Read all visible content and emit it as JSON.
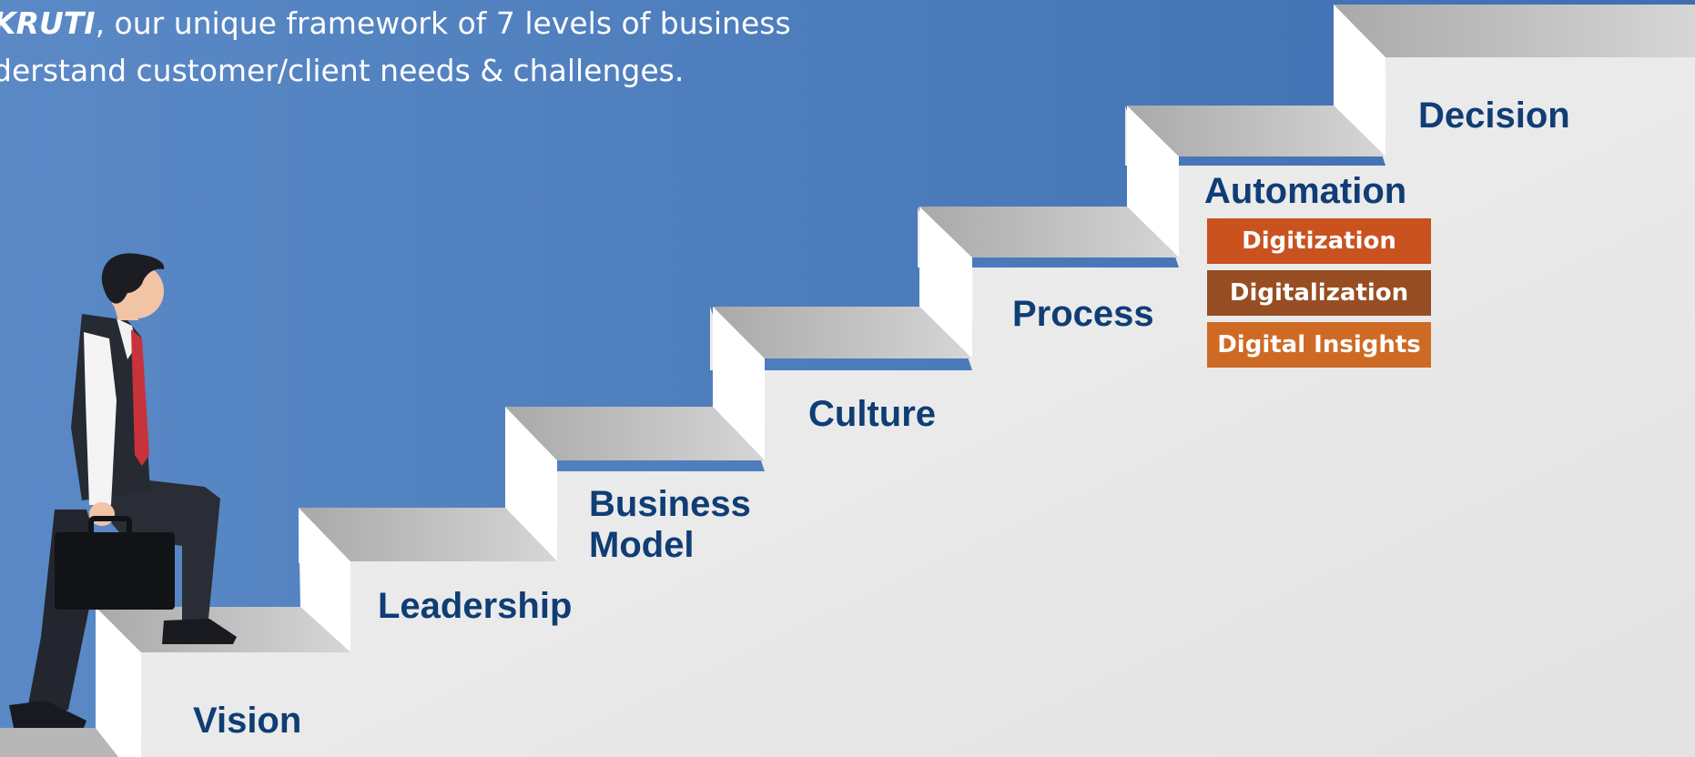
{
  "intro": {
    "line1_emphasis": "KRUTI",
    "line1_rest": ", our unique framework of 7 levels of business",
    "line2": "derstand customer/client needs & challenges."
  },
  "steps": {
    "vision": "Vision",
    "leadership": "Leadership",
    "business_model_line1": "Business",
    "business_model_line2": "Model",
    "culture": "Culture",
    "process": "Process",
    "automation": "Automation",
    "decision": "Decision"
  },
  "automation_tags": {
    "digitization": "Digitization",
    "digitalization": "Digitalization",
    "digital_insights": "Digital Insights"
  },
  "colors": {
    "background_blue": "#4f7ebc",
    "stair_face": "#e8e8e8",
    "label_navy": "#0f3d75",
    "tag_digitization": "#c9521f",
    "tag_digitalization": "#964e22",
    "tag_digital_insights": "#cf6a24"
  }
}
